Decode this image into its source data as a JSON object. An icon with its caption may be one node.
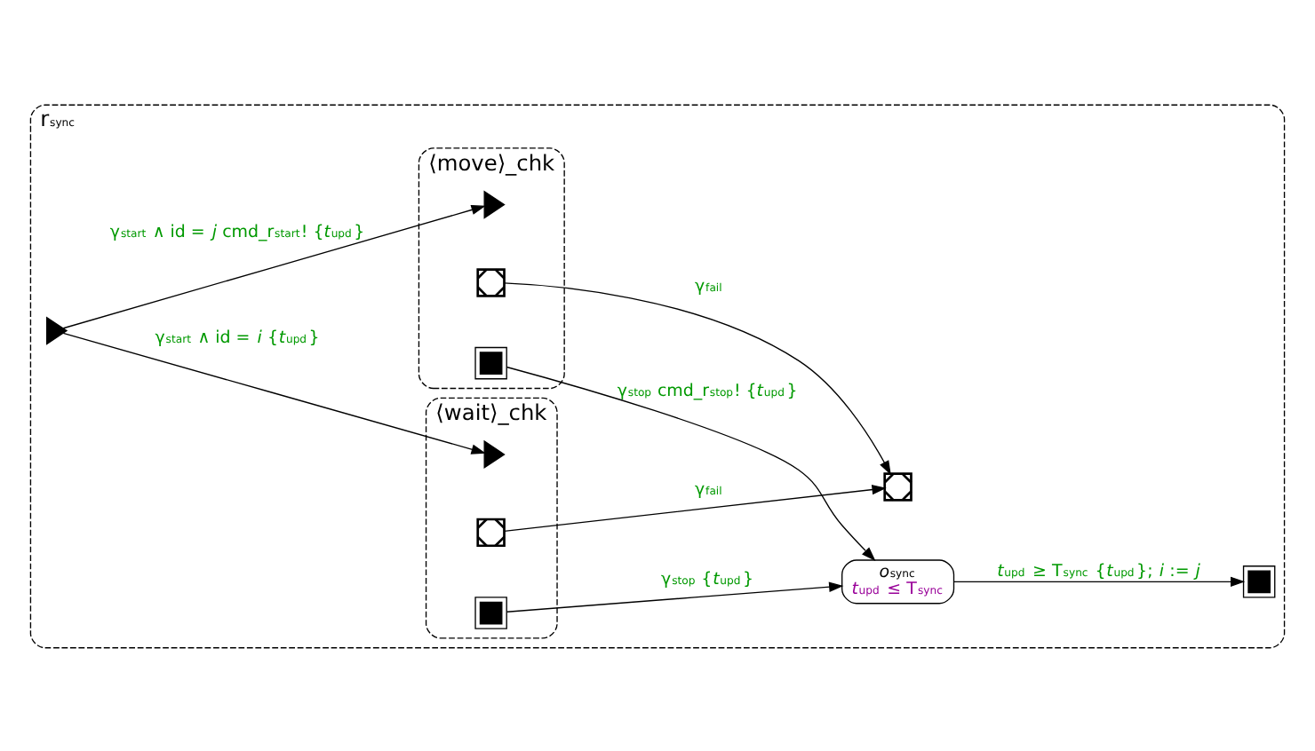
{
  "diagram": {
    "nodes": [
      {
        "text": [
          "r$_{sync}$"
        ]
      },
      {
        "text": [
          "⟨wait⟩_chk"
        ],
        "in": 0
      },
      {
        "text": [],
        "shape": "triangle",
        "in": 1
      },
      {
        "text": [],
        "shape": "box",
        "in": 1
      },
      {
        "text": [],
        "shape": "cross",
        "in": 1
      },
      {
        "text": [],
        "shape": "box",
        "in": 0
      },
      {
        "text": [
          "*o*$_{sync}$",
          "*t*$_{upd}$ ≤ T$_{sync}$"
        ],
        "in": 0
      },
      {
        "text": [],
        "shape": "triangle",
        "in": 0
      },
      {
        "text": [
          "⟨move⟩_chk"
        ],
        "in": 0
      },
      {
        "text": [],
        "shape": "triangle",
        "in": 8
      },
      {
        "text": [],
        "shape": "box",
        "in": 8
      },
      {
        "text": [],
        "shape": "cross",
        "in": 8
      },
      {
        "text": [],
        "shape": "cross",
        "in": 0
      }
    ],
    "edges": [
      {
        "from": 7,
        "to": 2,
        "arrow": "to",
        "label": "γ$_{start}$ ∧ id = *i* {*t*$_{upd}$}"
      },
      {
        "from": 7,
        "to": 9,
        "arrow": "to",
        "label": "γ$_{start}$ ∧ id = *j* cmd_r$_{start}$! {*t*$_{upd}$}"
      },
      {
        "from": 3,
        "to": 6,
        "arrow": "to",
        "label": "γ$_{stop}$ {*t*$_{upd}$}"
      },
      {
        "from": 10,
        "to": 6,
        "arrow": "to",
        "label": "γ$_{stop}$ cmd_r$_{stop}$! {*t*$_{upd}$}"
      },
      {
        "from": 6,
        "to": 5,
        "arrow": "to",
        "label": "*t*$_{upd}$ ≥ T$_{sync}$ {*t*$_{upd}$}; *i* := *j*"
      },
      {
        "from": 4,
        "to": 12,
        "arrow": "to",
        "label": "γ$_{fail}$"
      },
      {
        "from": 11,
        "to": 12,
        "arrow": "to",
        "label": "γ$_{fail}$"
      }
    ]
  }
}
